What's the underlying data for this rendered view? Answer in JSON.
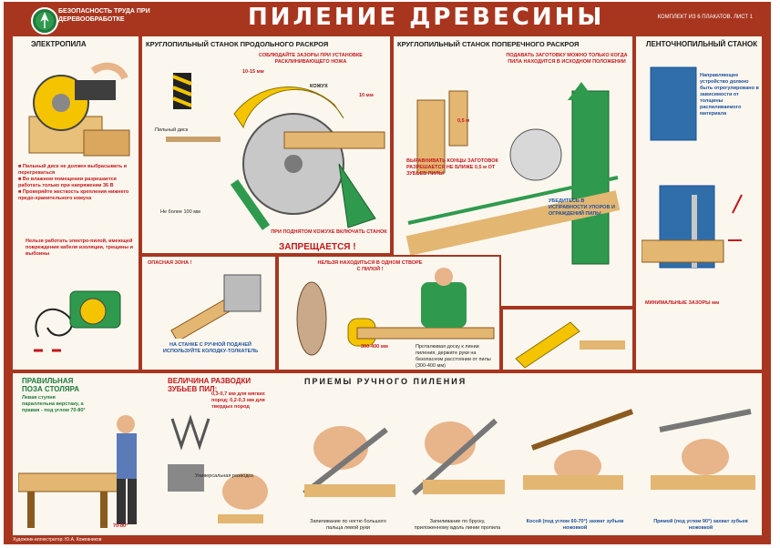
{
  "header": {
    "series": "БЕЗОПАСНОСТЬ ТРУДА ПРИ ДЕРЕВООБРАБОТКЕ",
    "title": "ПИЛЕНИЕ   ДРЕВЕСИНЫ",
    "kit": "КОМПЛЕКТ ИЗ 6 ПЛАКАТОВ. ЛИСТ 1"
  },
  "panels": {
    "electric_saw": {
      "title": "ЭЛЕКТРОПИЛА",
      "rules": "■ Пильный диск не должен выбрасывать и перегреваться\n■ Во влажном помещении разрешается работать только при напряжении 36 В\n■ Проверяйте жесткость крепления нижнего предо-хранительного кожуха",
      "note": "Нельзя работать электро-пилой, имеющей повреждения кабеля изоляции, трещины и выбоины"
    },
    "rip_saw": {
      "title": "КРУГЛОПИЛЬНЫЙ СТАНОК ПРОДОЛЬНОГО РАСКРОЯ",
      "gap_note": "СОБЛЮДАЙТЕ ЗАЗОРЫ ПРИ УСТАНОВКЕ РАСКЛИНИВАЮЩЕГО НОЖА",
      "gap1": "10-15 мм",
      "gap2": "10 мм",
      "guard_label": "КОЖУХ",
      "disk_label": "Пильный диск",
      "under_label": "Не более 100 мм",
      "warn1": "ПРИ ПОДНЯТОМ КОЖУХЕ ВКЛЮЧАТЬ СТАНОК",
      "warn2": "ЗАПРЕЩАЕТСЯ !"
    },
    "cross_saw": {
      "title": "КРУГЛОПИЛЬНЫЙ СТАНОК ПОПЕРЕЧНОГО РАСКРОЯ",
      "note1": "ПОДАВАТЬ ЗАГОТОВКУ МОЖНО ТОЛЬКО КОГДА ПИЛА НАХОДИТСЯ В ИСХОДНОМ ПОЛОЖЕНИИ",
      "dim": "0,5 м",
      "note2": "ВЫРАВНИВАТЬ КОНЦЫ ЗАГОТОВОК РАЗРЕШАЕТСЯ НЕ БЛИЖЕ 0,5 м ОТ ЗУБЬЕВ ПИЛЫ",
      "note3": "УБЕДИТЕСЬ В ИСПРАВНОСТИ УПОРОВ И ОГРАЖДЕНИЙ ПИЛЫ"
    },
    "band_saw": {
      "title": "ЛЕНТОЧНОПИЛЬНЫЙ СТАНОК",
      "note": "Направляющее устройство должно быть отрегулировано в зависимости от толщины распиливаемого материала",
      "gaps_title": "МИНИМАЛЬНЫЕ ЗАЗОРЫ мм"
    },
    "danger": {
      "zone": "ОПАСНАЯ ЗОНА !",
      "pusher": "НА СТАНКЕ С РУЧНОЙ ПОДАЧЕЙ ИСПОЛЬЗУЙТЕ КОЛОДКУ-ТОЛКАТЕЛЬ"
    },
    "center": {
      "warn": "НЕЛЬЗЯ НАХОДИТЬСЯ В ОДНОМ СТВОРЕ С ПИЛОЙ !",
      "dist": "300-400 мм",
      "note": "Проталкивая доску к линии пиления, держите руки на безопасном расстоянии от пилы (300-400 мм)"
    },
    "bottom": {
      "pose_title": "ПРАВИЛЬНАЯ ПОЗА СТОЛЯРА",
      "pose_note": "Левая ступня параллельна верстаку, а правая - под углом 70-80°",
      "angle": "70-80°",
      "set_title": "ВЕЛИЧИНА РАЗВОДКИ ЗУБЬЕВ ПИЛ:",
      "set_note": "0,3-0,7 мм для мягких пород; 0,2-0,3 мм для твердых пород",
      "tool_label": "Универсальная разводка",
      "hand_title": "ПРИЕМЫ РУЧНОГО ПИЛЕНИЯ",
      "cap1": "Запиливание по ногтю большого пальца левой руки",
      "cap2": "Запиливание по бруску, приложенному вдоль линии пропила",
      "cap3": "Косой (под углом 60-70°) захват зубьев ножовкой",
      "cap4": "Прямой (под углом 90°) захват зубьев ножовкой"
    }
  },
  "footer": "Художник-иллюстратор: Ю.А. Кожевников"
}
